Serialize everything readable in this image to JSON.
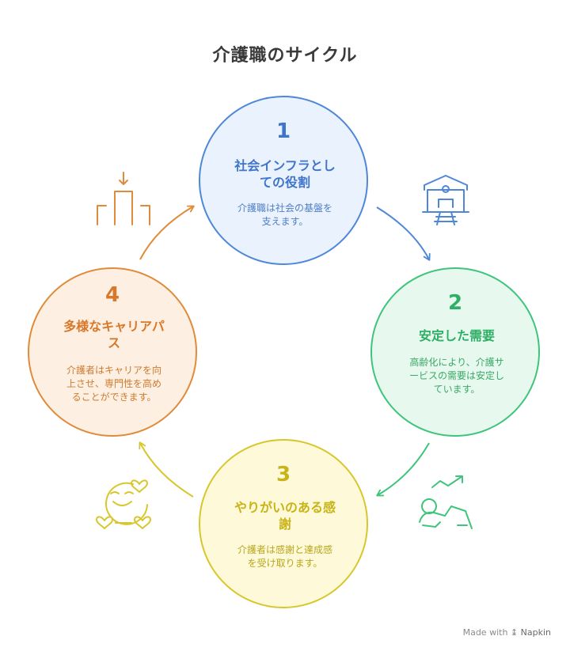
{
  "title": "介護職のサイクル",
  "steps": [
    {
      "number": "1",
      "name_lines": [
        "社会インフラとし",
        "ての役割"
      ],
      "desc_lines": [
        "介護職は社会の基盤を",
        "支えます。"
      ],
      "color": "#4f87d8"
    },
    {
      "number": "2",
      "name_lines": [
        "安定した需要"
      ],
      "desc_lines": [
        "高齢化により、介護サ",
        "ービスの需要は安定し",
        "ています。"
      ],
      "color": "#3fc47c"
    },
    {
      "number": "3",
      "name_lines": [
        "やりがいのある感",
        "謝"
      ],
      "desc_lines": [
        "介護者は感謝と達成感",
        "を受け取ります。"
      ],
      "color": "#d8c72c"
    },
    {
      "number": "4",
      "name_lines": [
        "多様なキャリアパ",
        "ス"
      ],
      "desc_lines": [
        "介護者はキャリアを向",
        "上させ、専門性を高め",
        "ることができます。"
      ],
      "color": "#e08b3a"
    }
  ],
  "icons": [
    {
      "name": "infrastructure-building-icon"
    },
    {
      "name": "growth-trend-icon"
    },
    {
      "name": "gratitude-hearts-icon"
    },
    {
      "name": "career-ladder-icon"
    }
  ],
  "footer": {
    "prefix": "Made with",
    "brand": "Napkin"
  }
}
